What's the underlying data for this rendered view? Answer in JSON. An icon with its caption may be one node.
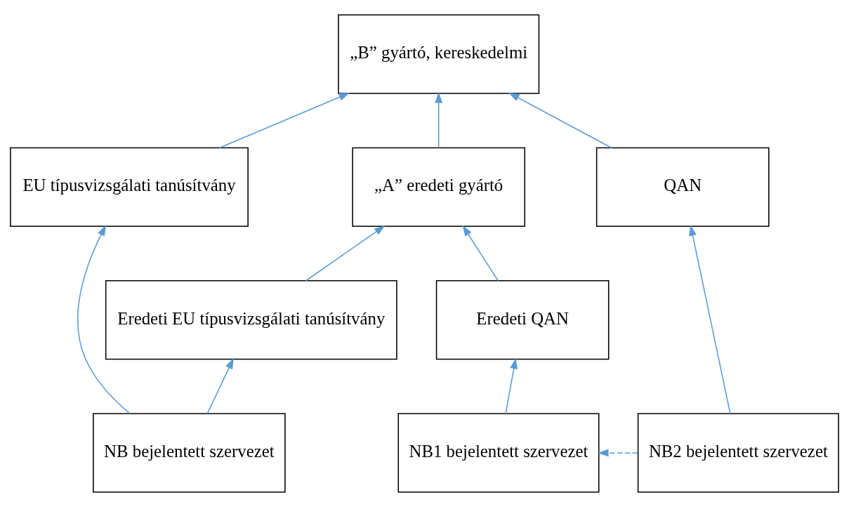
{
  "diagram": {
    "nodes": [
      {
        "text": [
          "„B” gyártó, kereskedelmi"
        ]
      },
      {
        "text": [
          "„A” eredeti gyártó"
        ]
      },
      {
        "text": [
          "EU típusvizsgálati tanúsítvány"
        ]
      },
      {
        "text": [
          "QAN"
        ]
      },
      {
        "text": [
          "Eredeti EU típusvizsgálati tanúsítvány"
        ]
      },
      {
        "text": [
          "Eredeti QAN"
        ]
      },
      {
        "text": [
          "NB2 bejelentett szervezet"
        ]
      },
      {
        "text": [
          "NB1 bejelentett szervezet"
        ]
      },
      {
        "text": [
          "NB bejelentett szervezet"
        ]
      }
    ],
    "edges": [
      {
        "from": 1,
        "to": 0,
        "arrow": "to"
      },
      {
        "from": 2,
        "to": 0,
        "arrow": "to"
      },
      {
        "from": 3,
        "to": 0,
        "arrow": "to"
      },
      {
        "from": 4,
        "to": 1,
        "arrow": "to"
      },
      {
        "from": 5,
        "to": 1,
        "arrow": "to"
      },
      {
        "from": 6,
        "to": 3,
        "arrow": "to"
      },
      {
        "from": 7,
        "to": 5,
        "arrow": "to"
      },
      {
        "from": 6,
        "to": 7,
        "arrow": "to",
        "style": "dashed"
      },
      {
        "from": 8,
        "to": 4,
        "arrow": "to"
      },
      {
        "from": 8,
        "to": 2,
        "arrow": "to"
      }
    ]
  }
}
